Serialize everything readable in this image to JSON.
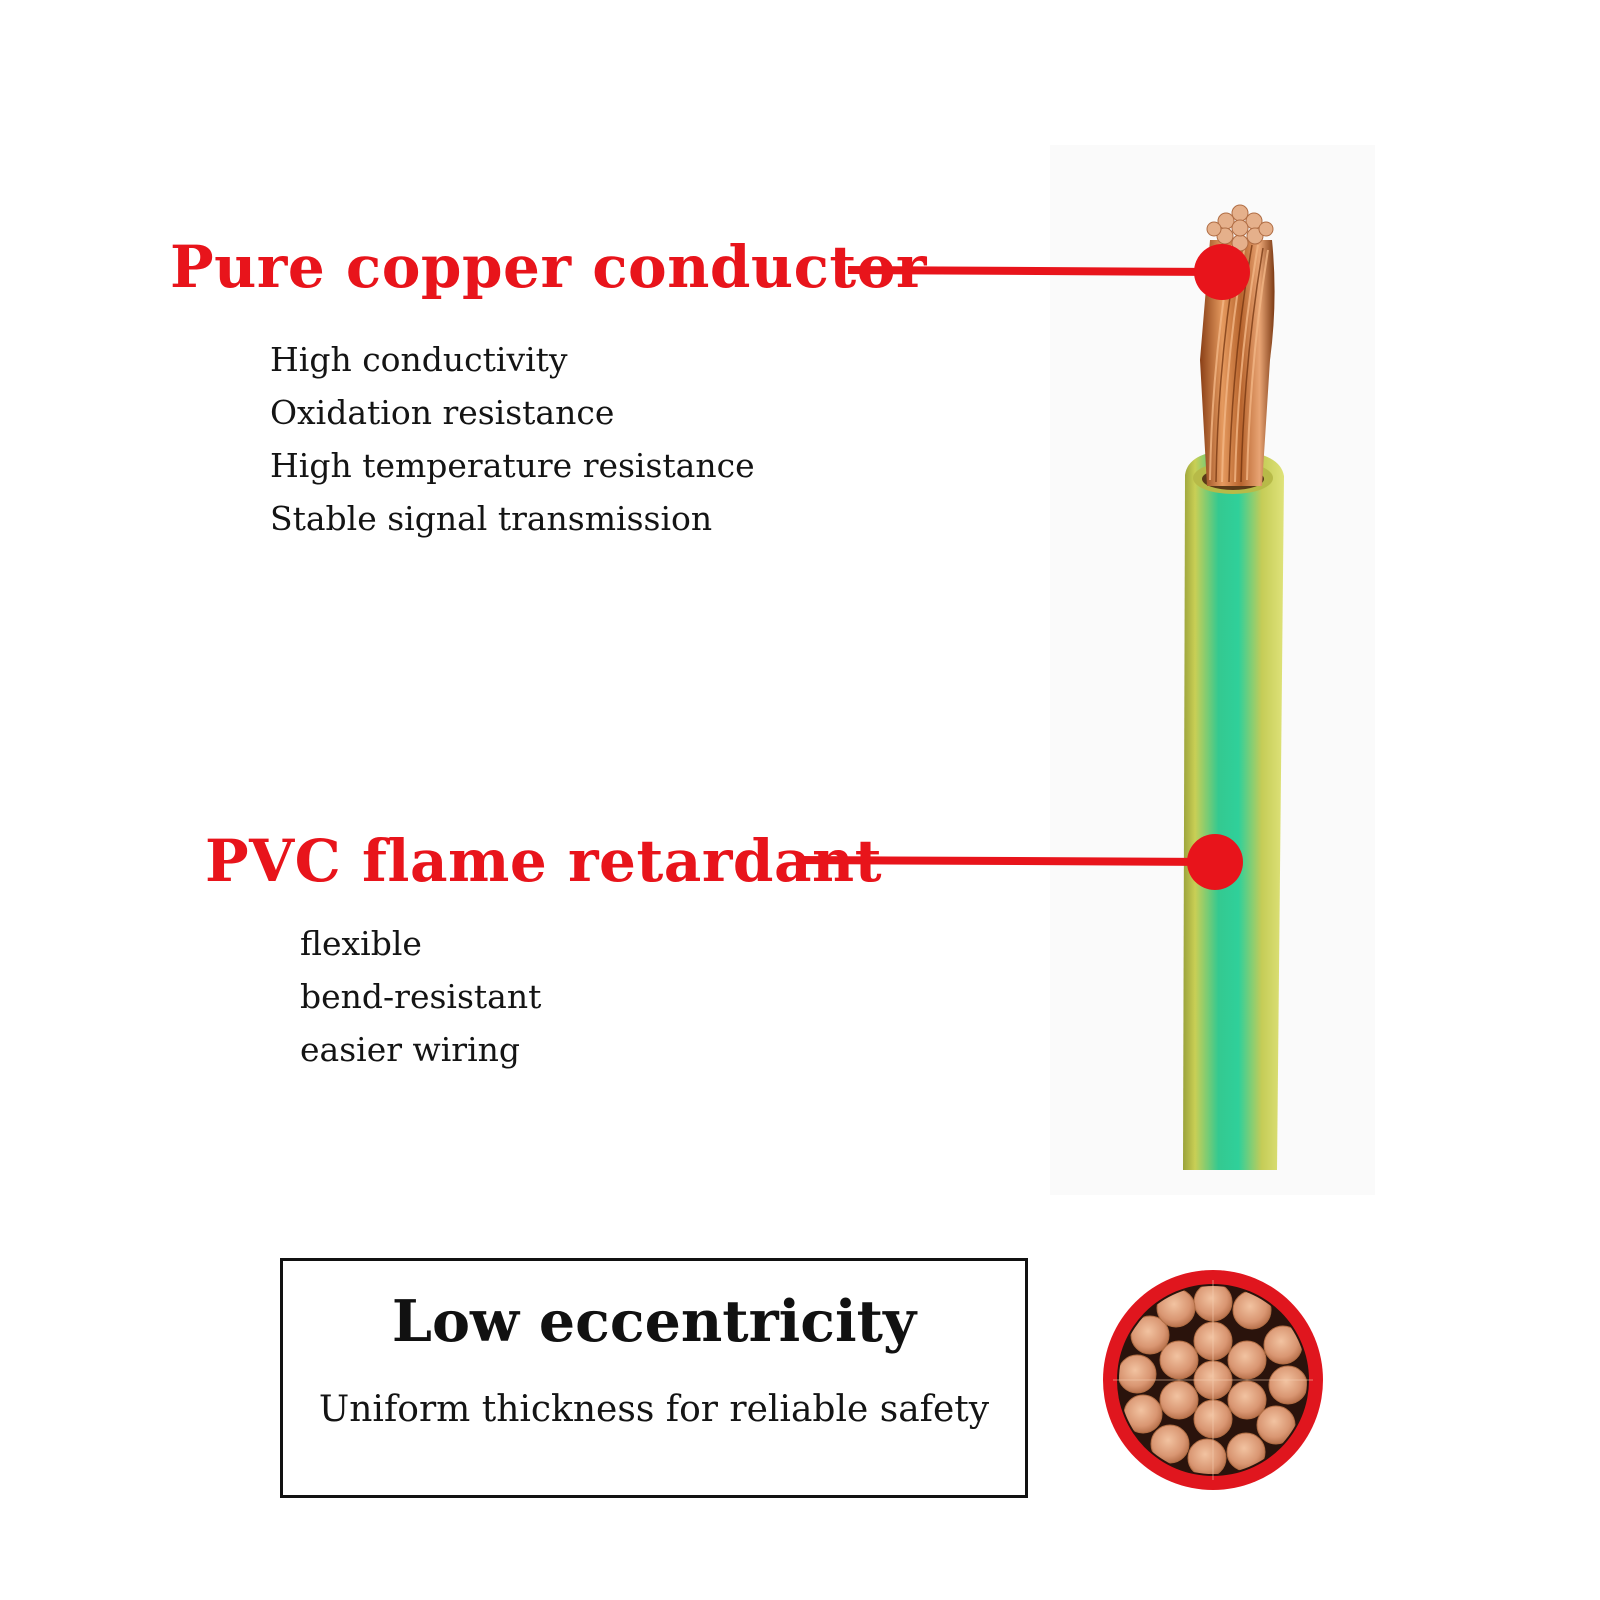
{
  "conductor": {
    "heading": "Pure copper conductor",
    "features": [
      "High conductivity",
      "Oxidation resistance",
      "High temperature resistance",
      "Stable signal transmission"
    ]
  },
  "insulation": {
    "heading": "PVC flame retardant",
    "features": [
      "flexible",
      "bend-resistant",
      "easier wiring"
    ]
  },
  "callout": {
    "title": "Low eccentricity",
    "subtitle": "Uniform thickness for reliable safety"
  },
  "colors": {
    "accent": "#e8141b",
    "copper": "#c8783e",
    "insulation_green": "#2bc993",
    "insulation_yellow": "#c8cf53"
  }
}
